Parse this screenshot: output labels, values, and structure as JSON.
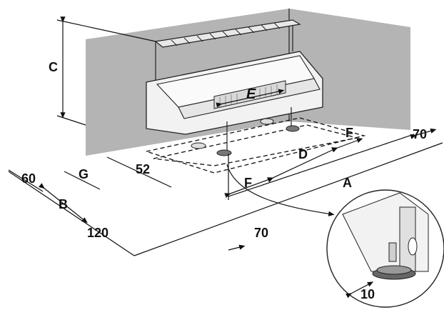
{
  "labels": {
    "C": "C",
    "E": "E",
    "A": "A",
    "B": "B",
    "D": "D",
    "F_right": "F",
    "F_left": "F",
    "G": "G"
  },
  "dimensions": {
    "d60": "60",
    "d52": "52",
    "d120": "120",
    "d70_right": "70",
    "d70_front": "70",
    "d10": "10"
  },
  "colors": {
    "wall": "#b4b4b4",
    "line": "#111111",
    "machine_fill": "#f2f2f2"
  }
}
